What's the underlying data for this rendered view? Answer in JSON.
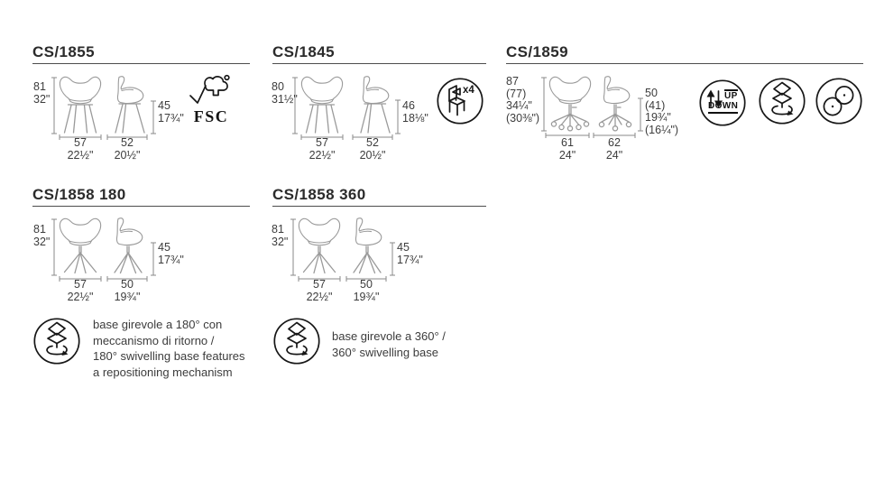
{
  "sections": {
    "cs1855": {
      "title": "CS/1855",
      "height_cm": "81",
      "height_in": "32\"",
      "seat_cm": "45",
      "seat_in": "17¾\"",
      "front_width_cm": "57",
      "front_width_in": "22½\"",
      "side_depth_cm": "52",
      "side_depth_in": "20½\"",
      "badge_fsc": "FSC"
    },
    "cs1845": {
      "title": "CS/1845",
      "height_cm": "80",
      "height_in": "31½\"",
      "seat_cm": "46",
      "seat_in": "18⅛\"",
      "front_width_cm": "57",
      "front_width_in": "22½\"",
      "side_depth_cm": "52",
      "side_depth_in": "20½\"",
      "badge_stack": "x4"
    },
    "cs1859": {
      "title": "CS/1859",
      "height_lines": [
        "87",
        "(77)",
        "34¼\"",
        "(30⅜\")"
      ],
      "seat_lines": [
        "50",
        "(41)",
        "19¾\"",
        "(16¼\")"
      ],
      "front_width_cm": "61",
      "front_width_in": "24\"",
      "side_depth_cm": "62",
      "side_depth_in": "24\"",
      "badge_up": "UP",
      "badge_down": "DOWN"
    },
    "cs1858_180": {
      "title": "CS/1858 180",
      "height_cm": "81",
      "height_in": "32\"",
      "seat_cm": "45",
      "seat_in": "17¾\"",
      "front_width_cm": "57",
      "front_width_in": "22½\"",
      "side_depth_cm": "50",
      "side_depth_in": "19¾\""
    },
    "cs1858_360": {
      "title": "CS/1858 360",
      "height_cm": "81",
      "height_in": "32\"",
      "seat_cm": "45",
      "seat_in": "17¾\"",
      "front_width_cm": "57",
      "front_width_in": "22½\"",
      "side_depth_cm": "50",
      "side_depth_in": "19¾\""
    }
  },
  "notes": {
    "swivel_180": {
      "lines": [
        "base girevole a 180° con",
        "meccanismo di ritorno /",
        "180° swivelling base features",
        "a repositioning mechanism"
      ]
    },
    "swivel_360": {
      "lines": [
        "base girevole a 360° /",
        "360° swivelling base"
      ]
    }
  },
  "colors": {
    "background": "#ffffff",
    "text": "#3c3c3c",
    "title": "#2b2b2b",
    "rule": "#4d4d4d",
    "line_art": "#9a9a9a",
    "dimension_line": "#8a8a8a",
    "icon": "#161616"
  }
}
